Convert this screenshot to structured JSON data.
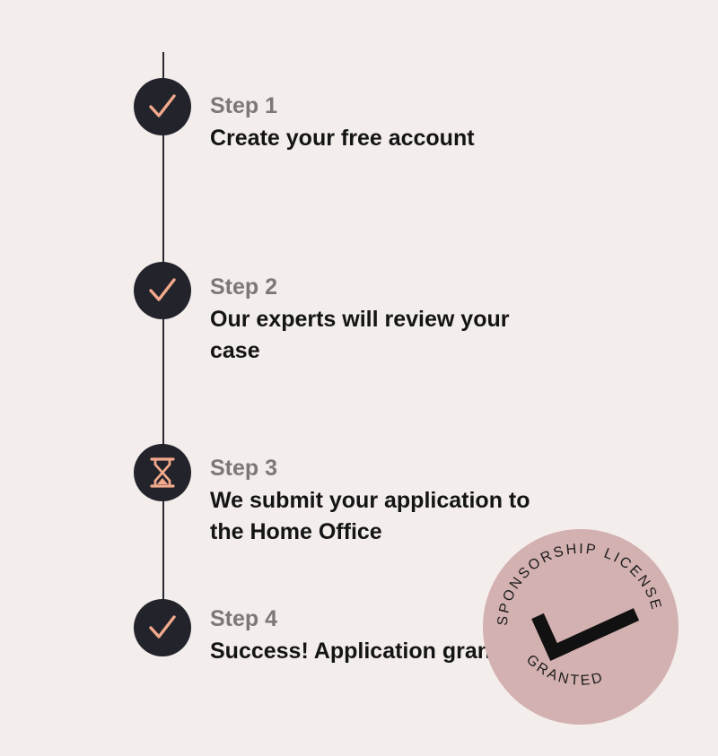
{
  "steps": [
    {
      "label": "Step 1",
      "title": "Create your free account",
      "status_icon": "check-icon"
    },
    {
      "label": "Step 2",
      "title": "Our experts will review your case",
      "status_icon": "check-icon"
    },
    {
      "label": "Step 3",
      "title": "We submit your application to the Home Office",
      "status_icon": "hourglass-icon"
    },
    {
      "label": "Step 4",
      "title": "Success! Application granted",
      "status_icon": "check-icon"
    }
  ],
  "stamp": {
    "top_text": "SPONSORSHIP LICENSE",
    "bottom_text": "GRANTED",
    "icon": "check-icon"
  },
  "colors": {
    "background": "#f3edec",
    "circle": "#23232b",
    "accent": "#f2a98c",
    "stamp": "#d4b1b1",
    "label": "#7d7877",
    "title": "#141414"
  }
}
